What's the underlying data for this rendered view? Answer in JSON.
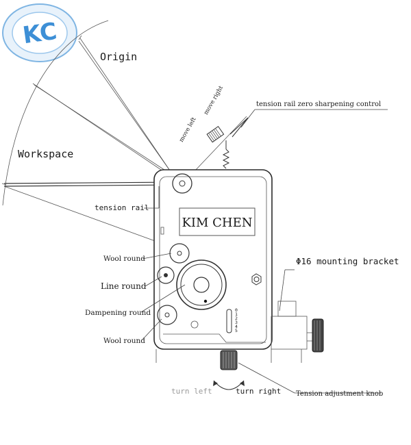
{
  "logo": {
    "text": "KC"
  },
  "labels": {
    "origin": "Origin",
    "workspace": "Workspace",
    "tension_rail": "tension rail",
    "wool_round_top": "Wool round",
    "line_round": "Line round",
    "dampening_round": "Dampening round",
    "wool_round_bottom": "Wool round",
    "zero_control": "tension rail zero sharpening control",
    "move_left": "move left",
    "move_right": "move right",
    "brand": "KIM CHEN",
    "mounting_bracket": "Φ16 mounting bracket",
    "turn_left": "turn left",
    "turn_right": "turn right",
    "adjustment_knob": "Tension adjustment knob"
  },
  "scale": [
    "0",
    "1",
    "2",
    "3",
    "4",
    "5"
  ],
  "colors": {
    "logo": "#3d8fd6",
    "ink": "#1a1a1a",
    "faint": "#9a9a9a"
  }
}
